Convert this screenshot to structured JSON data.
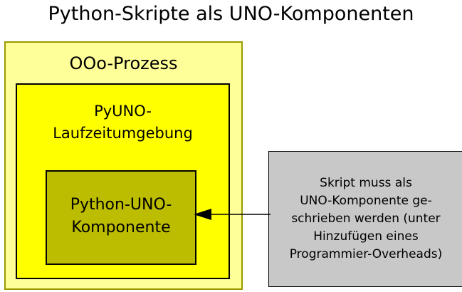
{
  "title": "Python-Skripte als UNO-Komponenten",
  "colors": {
    "background": "#ffffff",
    "outer_box_fill": "#ffff99",
    "outer_box_border": "#999900",
    "runtime_box_fill": "#ffff00",
    "runtime_box_border": "#000000",
    "component_box_fill": "#bcbc00",
    "component_box_border": "#000000",
    "note_box_fill": "#c8c8c8",
    "note_box_border": "#000000",
    "text": "#000000",
    "arrow": "#000000"
  },
  "boxes": {
    "ooo_process": {
      "label": "OOo-Prozess"
    },
    "pyuno_runtime": {
      "line1": "PyUNO-",
      "line2": "Laufzeitumgebung"
    },
    "python_uno_component": {
      "line1": "Python-UNO-",
      "line2": "Komponente"
    },
    "note": {
      "line1": "Skript muss als",
      "line2": "UNO-Komponente ge-",
      "line3": "schrieben werden (unter",
      "line4": "Hinzufügen eines",
      "line5": "Programmier-Overheads)"
    }
  },
  "connector": {
    "name": "note-to-component-arrow",
    "direction": "left",
    "from": "note",
    "to": "python_uno_component"
  }
}
